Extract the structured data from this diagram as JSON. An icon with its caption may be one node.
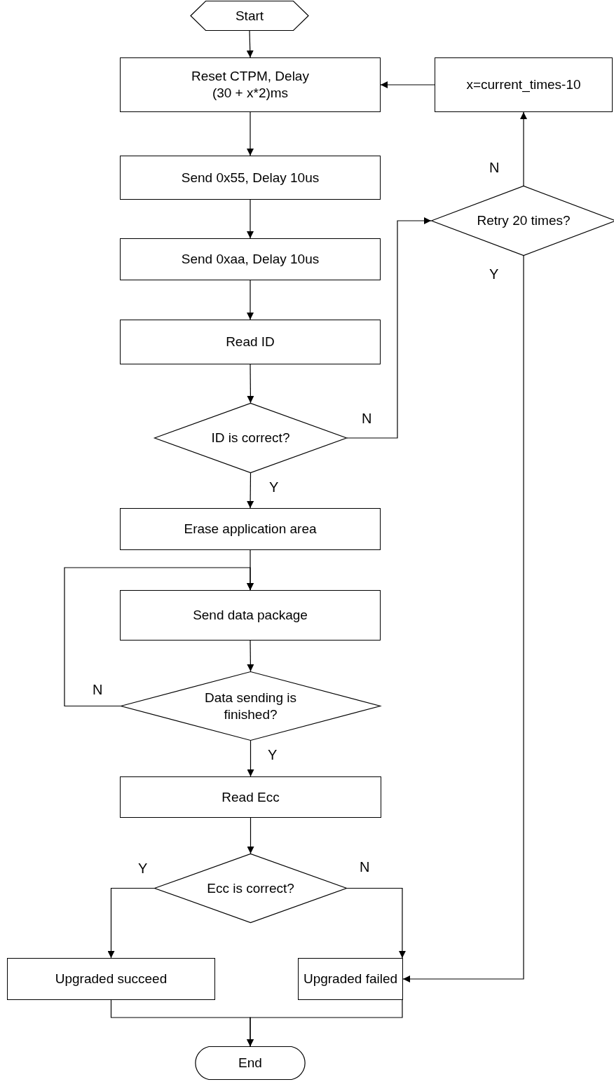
{
  "diagram": {
    "nodes": [
      {
        "text": [
          "Start"
        ]
      },
      {
        "text": [
          "Reset CTPM, Delay (30 + x*2)ms"
        ]
      },
      {
        "text": [
          "x=current_times-10"
        ]
      },
      {
        "text": [
          "Send 0x55, Delay 10us"
        ]
      },
      {
        "text": [
          "Retry 20 times?"
        ]
      },
      {
        "text": [
          "Send 0xaa, Delay 10us"
        ]
      },
      {
        "text": [
          "Read ID"
        ]
      },
      {
        "text": [
          "ID is correct?"
        ]
      },
      {
        "text": [
          "Erase application area"
        ]
      },
      {
        "text": [
          "Send data package"
        ]
      },
      {
        "text": [
          "Data sending is finished?"
        ]
      },
      {
        "text": [
          "Read Ecc"
        ]
      },
      {
        "text": [
          "Ecc is correct?"
        ]
      },
      {
        "text": [
          "Upgraded succeed"
        ]
      },
      {
        "text": [
          "Upgraded failed"
        ]
      },
      {
        "text": [
          "End"
        ]
      }
    ],
    "edges": [
      {
        "from": 0,
        "to": 1,
        "arrow": "to"
      },
      {
        "from": 1,
        "to": 3,
        "arrow": "to"
      },
      {
        "from": 3,
        "to": 5,
        "arrow": "to"
      },
      {
        "from": 5,
        "to": 6,
        "arrow": "to"
      },
      {
        "from": 6,
        "to": 7,
        "arrow": "to"
      },
      {
        "from": 7,
        "to": 4,
        "arrow": "to",
        "label": "N"
      },
      {
        "from": 7,
        "to": 8,
        "arrow": "to",
        "label": "Y"
      },
      {
        "from": 4,
        "to": 2,
        "arrow": "to",
        "label": "N"
      },
      {
        "from": 2,
        "to": 1,
        "arrow": "to"
      },
      {
        "from": 4,
        "to": 14,
        "arrow": "to",
        "label": "Y"
      },
      {
        "from": 8,
        "to": 9,
        "arrow": "to"
      },
      {
        "from": 10,
        "to": 9,
        "arrow": "to",
        "label": "N"
      },
      {
        "from": 9,
        "to": 10,
        "arrow": "to"
      },
      {
        "from": 10,
        "to": 11,
        "arrow": "to",
        "label": "Y"
      },
      {
        "from": 11,
        "to": 12,
        "arrow": "to"
      },
      {
        "from": 12,
        "to": 13,
        "arrow": "to",
        "label": "Y"
      },
      {
        "from": 12,
        "to": 14,
        "arrow": "to",
        "label": "N"
      },
      {
        "from": 13,
        "to": 15,
        "arrow": "to"
      },
      {
        "from": 14,
        "to": 15,
        "arrow": "to"
      }
    ]
  }
}
